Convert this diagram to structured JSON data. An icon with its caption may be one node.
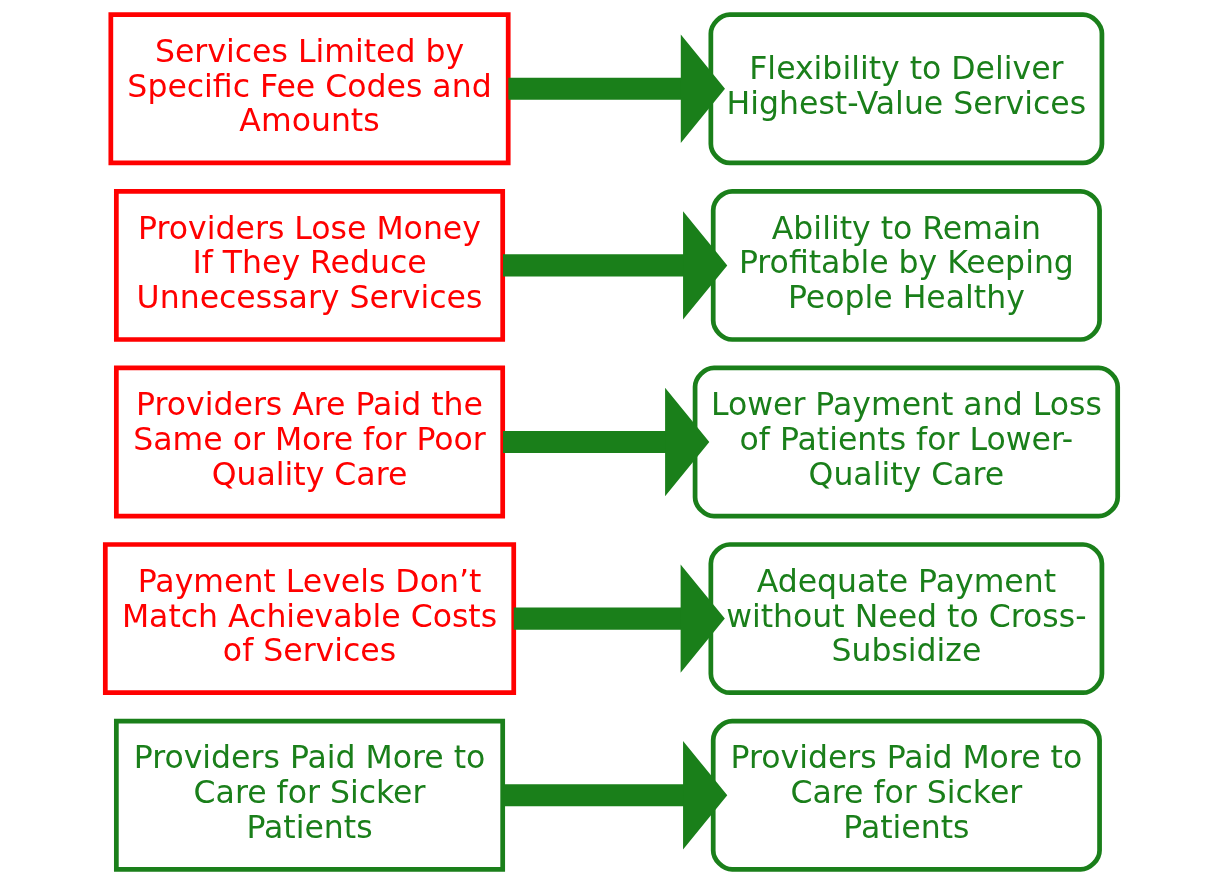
{
  "diagram": {
    "nodes": [
      {
        "text": [
          "Services Limited by Specific Fee Codes and Amounts"
        ]
      },
      {
        "text": [
          "Providers Lose Money If They Reduce Unnecessary Services"
        ]
      },
      {
        "text": [
          "Providers Are Paid the Same or More for Poor Quality Care"
        ]
      },
      {
        "text": [
          "Payment Levels Don’t Match Achievable Costs of Services"
        ]
      },
      {
        "text": [
          "Providers Paid More to Care for Sicker Patients"
        ]
      },
      {
        "text": [
          "Flexibility to Deliver Highest-Value Services"
        ]
      },
      {
        "text": [
          "Ability to Remain Profitable by Keeping People Healthy"
        ]
      },
      {
        "text": [
          "Lower Payment and Loss of Patients for Lower-Quality Care"
        ]
      },
      {
        "text": [
          "Adequate Payment without Need to Cross-Subsidize"
        ]
      },
      {
        "text": [
          "Providers Paid More to Care for Sicker Patients"
        ]
      }
    ],
    "edges": [
      {
        "from": 0,
        "to": 5,
        "arrow": "to"
      },
      {
        "from": 1,
        "to": 6,
        "arrow": "to"
      },
      {
        "from": 2,
        "to": 7,
        "arrow": "to"
      },
      {
        "from": 3,
        "to": 8,
        "arrow": "to"
      },
      {
        "from": 4,
        "to": 9,
        "arrow": "to"
      }
    ]
  }
}
